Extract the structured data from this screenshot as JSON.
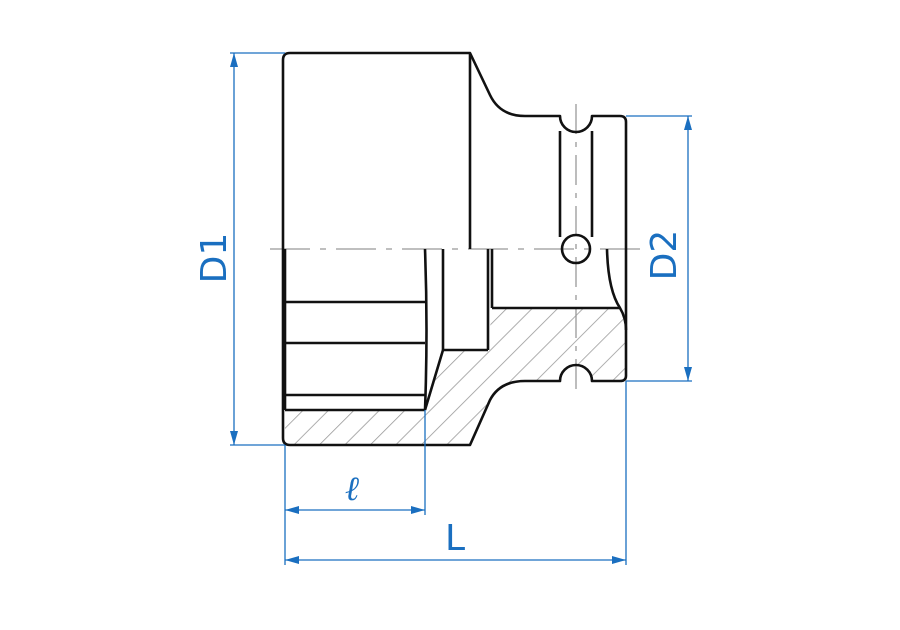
{
  "colors": {
    "dimension": "#1a6fc0",
    "outline": "#111111",
    "hatch": "#9a9a9a"
  },
  "dimensions": {
    "D1": "D1",
    "D2": "D2",
    "l": "ℓ",
    "L": "L"
  }
}
